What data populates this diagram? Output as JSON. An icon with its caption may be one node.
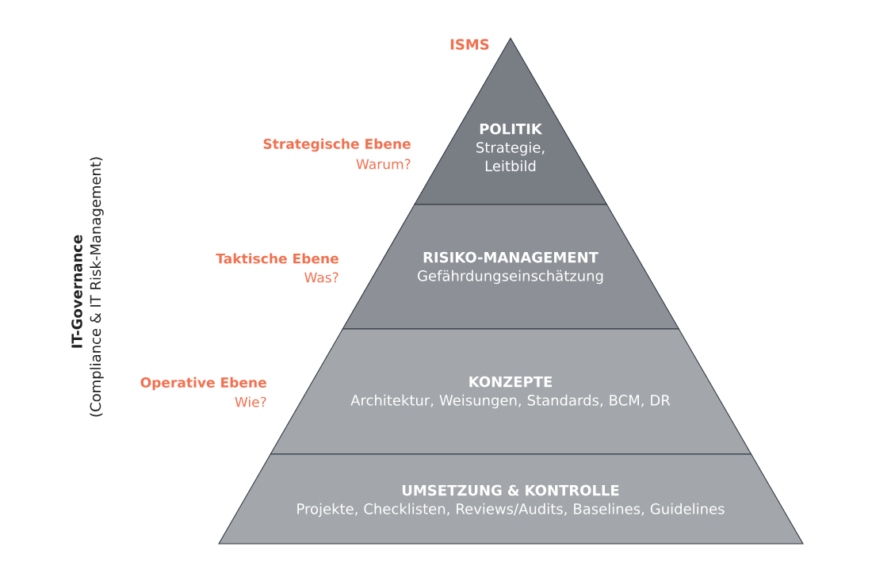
{
  "diagram": {
    "title": "ISMS",
    "nodes": [
      {
        "text": [
          "POLITIK",
          "Strategie, Leitbild"
        ],
        "beside": [
          "Strategische Ebene",
          "Warum?"
        ]
      },
      {
        "text": [
          "RISIKO-MANAGEMENT",
          "Gefährdungseinschätzung"
        ],
        "beside": [
          "Taktische Ebene",
          "Was?"
        ]
      },
      {
        "text": [
          "KONZEPTE",
          "Architektur, Weisungen, Standards, BCM, DR"
        ],
        "beside": [
          "Operative Ebene",
          "Wie?"
        ]
      },
      {
        "text": [
          "UMSETZUNG & KONTROLLE",
          "Projekte, Checklisten, Reviews/Audits, Baselines, Guidelines"
        ]
      }
    ],
    "labels": [
      "IT-Governance",
      "(Compliance & IT Risk-Management)"
    ]
  }
}
